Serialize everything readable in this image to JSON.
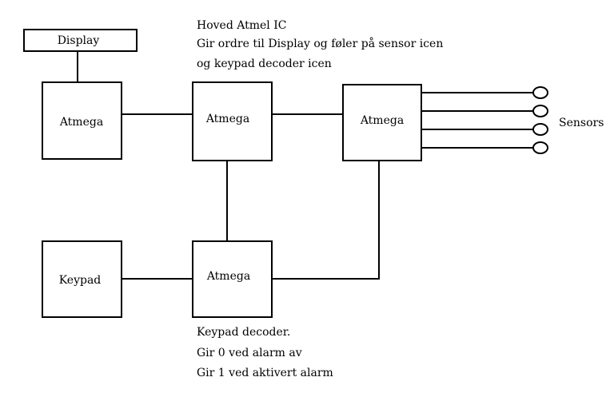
{
  "diagram": {
    "blocks": {
      "display": "Display",
      "atmega_left": "Atmega",
      "atmega_main": "Atmega",
      "atmega_right": "Atmega",
      "keypad": "Keypad",
      "atmega_keypad": "Atmega"
    },
    "sensors_label": "Sensors",
    "main_ic_note": [
      "Hoved Atmel IC",
      "Gir ordre til Display og føler på sensor icen",
      "og keypad decoder icen"
    ],
    "keypad_note": [
      "Keypad decoder.",
      "Gir 0 ved alarm av",
      "Gir 1 ved aktivert alarm"
    ]
  }
}
